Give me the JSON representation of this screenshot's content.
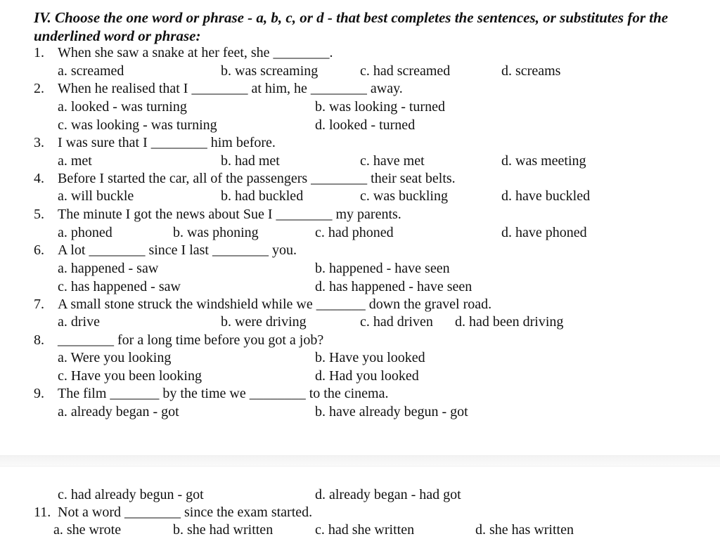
{
  "heading": "IV. Choose the one word or phrase - a, b, c, or d - that best completes the sentences, or substitutes for the underlined word or phrase:",
  "questions": [
    {
      "num": "1.",
      "text": "When she saw a snake at her feet, she ________.",
      "options": [
        "a. screamed",
        "b. was screaming",
        "c. had screamed",
        "d. screams"
      ]
    },
    {
      "num": "2.",
      "text": "When he realised that I ________ at him, he ________ away.",
      "options": [
        "a. looked - was turning",
        "b. was looking - turned",
        "c. was looking - was turning",
        "d. looked - turned"
      ]
    },
    {
      "num": "3.",
      "text": "I was sure that I ________ him before.",
      "options": [
        "a. met",
        "b. had met",
        "c. have met",
        "d. was meeting"
      ]
    },
    {
      "num": "4.",
      "text": "Before I started the car, all of the passengers ________ their seat belts.",
      "options": [
        "a. will buckle",
        "b. had buckled",
        "c. was buckling",
        "d. have buckled"
      ]
    },
    {
      "num": "5.",
      "text": "The minute I got the news about Sue I ________ my parents.",
      "options": [
        "a. phoned",
        "b. was phoning",
        "c. had phoned",
        "d. have phoned"
      ]
    },
    {
      "num": "6.",
      "text": "A lot ________ since I last ________ you.",
      "options": [
        "a. happened - saw",
        "b. happened - have seen",
        "c. has happened - saw",
        "d. has happened - have seen"
      ]
    },
    {
      "num": "7.",
      "text": "A small stone struck the windshield while we _______ down the gravel road.",
      "options": [
        "a. drive",
        "b. were driving",
        "c. had driven",
        "d. had been driving"
      ]
    },
    {
      "num": "8.",
      "text": "________ for a long time before you got a job?",
      "options": [
        "a. Were you looking",
        "b. Have you looked",
        "c. Have you been looking",
        "d. Had you looked"
      ]
    },
    {
      "num": "9.",
      "text": "The film _______ by the time we ________ to the cinema.",
      "options": [
        "a. already began - got",
        "b. have already begun - got",
        "c. had already begun - got",
        "d. already began - had got"
      ]
    },
    {
      "num": "11.",
      "text": "Not a word ________ since the exam started.",
      "options": [
        "a. she wrote",
        "b. she had written",
        "c. had she written",
        "d. she has written"
      ]
    }
  ]
}
